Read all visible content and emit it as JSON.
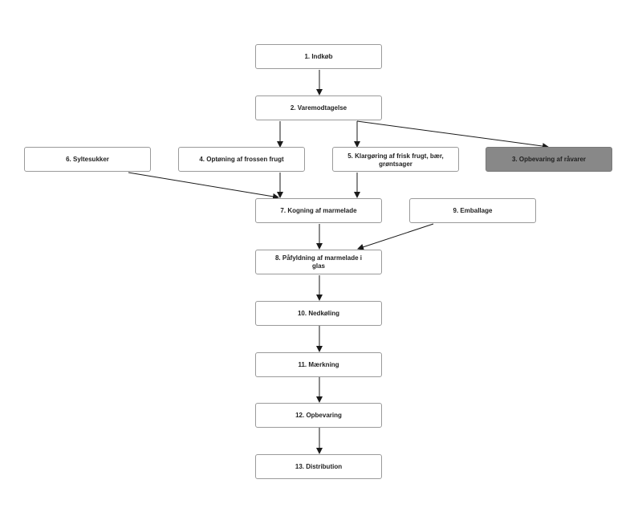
{
  "diagram": {
    "steps": {
      "s1": "1. Indkøb",
      "s2": "2. Varemodtagelse",
      "s3": "3. Opbevaring af råvarer",
      "s4": "4. Optøning af frossen frugt",
      "s5": "5. Klargøring af frisk frugt, bær, grøntsager",
      "s6": "6. Syltesukker",
      "s7": "7. Kogning af marmelade",
      "s8": "8. Påfyldning af marmelade i glas",
      "s9": "9. Emballage",
      "s10": "10. Nedkøling",
      "s11": "11. Mærkning",
      "s12": "12. Opbevaring",
      "s13": "13. Distribution"
    },
    "colors": {
      "box_border": "#9a9a9a",
      "highlight_fill": "#888888",
      "arrow": "#1a1a1a"
    }
  }
}
